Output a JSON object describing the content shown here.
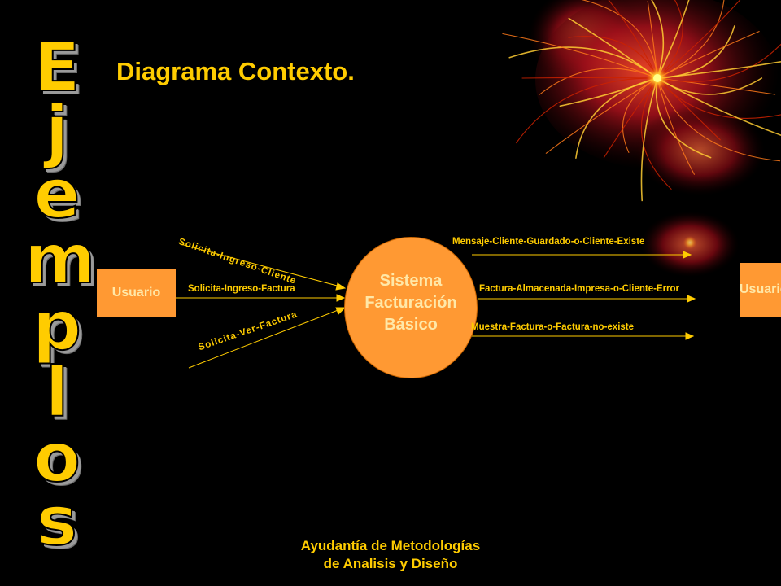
{
  "side_word": [
    "E",
    "j",
    "e",
    "m",
    "p",
    "l",
    "o",
    "s"
  ],
  "title": "Diagrama Contexto.",
  "entities": {
    "left_user": "Usuario",
    "right_user": "Usuario",
    "system_lines": [
      "Sistema",
      "Facturación",
      "Básico"
    ]
  },
  "flows_in": [
    "Solicita-Ingreso-Cliente",
    "Solicita-Ingreso-Factura",
    "Solicita-Ver-Factura"
  ],
  "flows_out": [
    "Mensaje-Cliente-Guardado-o-Cliente-Existe",
    "Factura-Almacenada-Impresa-o-Cliente-Error",
    "Muestra-Factura-o-Factura-no-existe"
  ],
  "footer": [
    "Ayudantía de Metodologías",
    "de Analisis y Diseño"
  ],
  "colors": {
    "background": "#000000",
    "text_yellow": "#ffcc00",
    "shape_orange": "#ff9933",
    "shape_text": "#ffe8a8",
    "decor_red": "#cc2200"
  }
}
